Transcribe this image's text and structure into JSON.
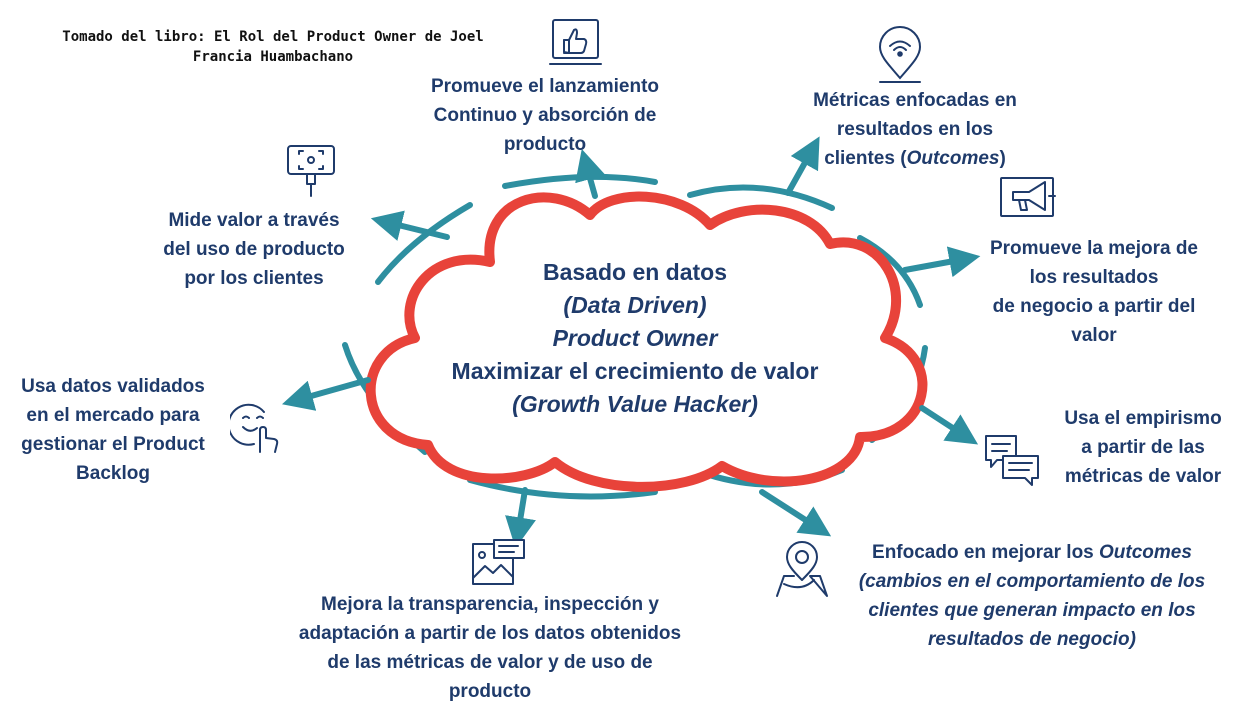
{
  "credit": {
    "line1": "Tomado del libro: El Rol del Product Owner de Joel",
    "line2": "Francia Huambachano"
  },
  "center": {
    "line1": "Basado en datos",
    "line2": "(Data Driven)",
    "line3": "Product Owner",
    "line4": "Maximizar el crecimiento de valor",
    "line5": "(Growth Value Hacker)"
  },
  "items": [
    {
      "icon": "thumbs-up-laptop-icon",
      "lines": [
        "Promueve el lanzamiento",
        "Continuo y absorción de",
        "producto"
      ]
    },
    {
      "icon": "location-wifi-pin-icon",
      "lines": [
        "Métricas enfocadas en",
        "resultados en los",
        "clientes (",
        "Outcomes",
        ")"
      ]
    },
    {
      "icon": "megaphone-icon",
      "lines": [
        "Promueve la mejora de",
        "los resultados",
        "de negocio a partir del",
        "valor"
      ]
    },
    {
      "icon": "chat-bubbles-icon",
      "lines": [
        "Usa el empirismo",
        "a partir de las",
        "métricas de valor"
      ]
    },
    {
      "icon": "route-pin-icon",
      "lines": [
        "Enfocado en mejorar los ",
        "Outcomes",
        "(cambios en el comportamiento de los",
        "clientes que generan impacto en los",
        "resultados de negocio)"
      ]
    },
    {
      "icon": "image-card-icon",
      "lines": [
        "Mejora la transparencia, inspección y",
        "adaptación a partir de los datos obtenidos",
        "de las métricas de valor y de uso de",
        "producto"
      ]
    },
    {
      "icon": "smiley-hand-icon",
      "lines": [
        "Usa datos validados",
        "en el mercado para",
        "gestionar el Product",
        "Backlog"
      ]
    },
    {
      "icon": "selfie-stick-icon",
      "lines": [
        "Mide valor a través",
        "del uso de producto",
        "por los clientes"
      ]
    }
  ],
  "colors": {
    "cloud": "#e8433a",
    "teal": "#2e8fa0",
    "text": "#1f3b6b",
    "icon": "#1f3b6b"
  }
}
